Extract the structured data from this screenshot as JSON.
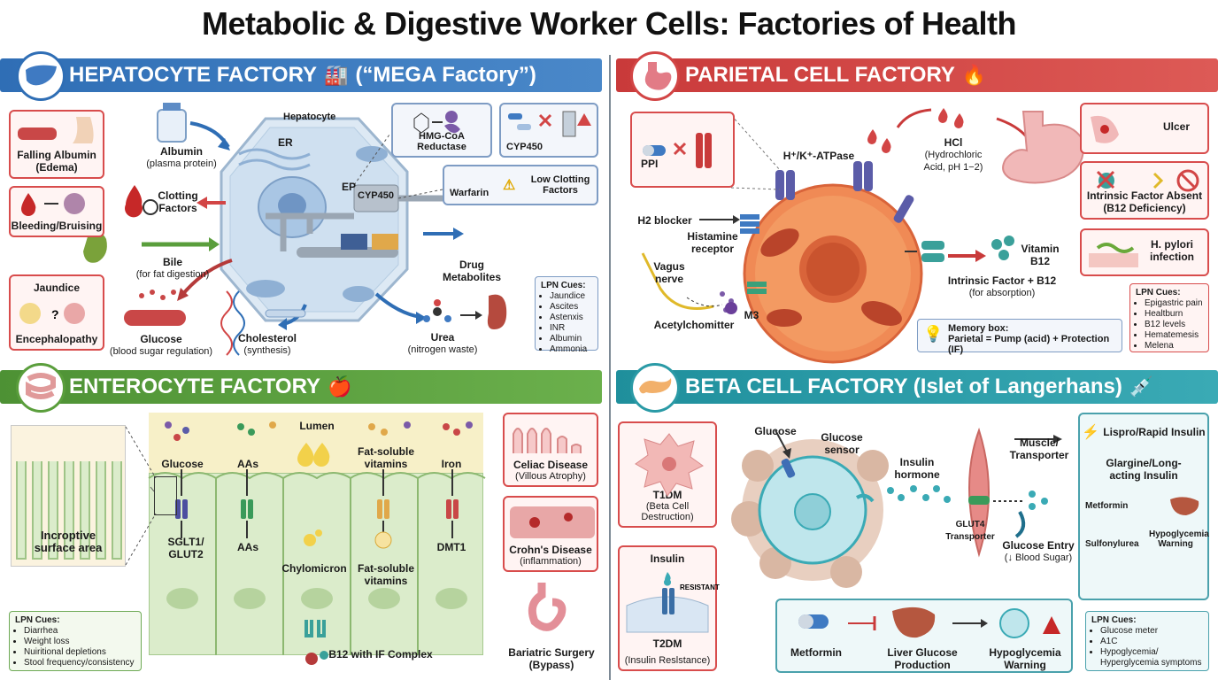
{
  "title": "Metabolic & Digestive Worker Cells: Factories of Health",
  "hepatocyte": {
    "banner": "HEPATOCYTE FACTORY",
    "banner_sub": "(“MEGA Factory”)",
    "cell_label": "Hepatocyte",
    "er": "ER",
    "ep": "EP",
    "cyp_tank": "CYP450",
    "albumin": "Albumin",
    "albumin_sub": "(plasma protein)",
    "clotting": "Clotting Factors",
    "bile": "Bile",
    "bile_sub": "(for fat digestion)",
    "glucose": "Glucose",
    "glucose_sub": "(blood sugar regulation)",
    "cholesterol": "Cholesterol",
    "cholesterol_sub": "(synthesis)",
    "urea": "Urea",
    "urea_sub": "(nitrogen waste)",
    "hmg": "HMG-CoA Reductase",
    "cyp450": "CYP450",
    "warfarin": "Warfarin",
    "low_clotting": "Low Clotting Factors",
    "drug_metabolites": "Drug Metabolites",
    "falling_albumin": "Falling Albumin",
    "falling_albumin_sub": "(Edema)",
    "bleeding": "Bleeding/Bruising",
    "jaundice": "Jaundice",
    "encephalopathy": "Encephalopathy",
    "cues_title": "LPN Cues:",
    "cues": [
      "Jaundice",
      "Ascites",
      "Astenxis",
      "INR",
      "Albumin",
      "Ammonia"
    ]
  },
  "parietal": {
    "banner": "PARIETAL CELL FACTORY",
    "ppi": "PPI",
    "pump": "H⁺/K⁺-ATPase",
    "hcl": "HCl",
    "hcl_sub": "(Hydrochloric Acid, pH 1−2)",
    "h2": "H2 blocker",
    "histamine": "Histamine receptor",
    "vagus": "Vagus nerve",
    "ach": "Acetylchomitter",
    "m3": "M3",
    "b12": "Vitamin B12",
    "if_b12": "Intrinsic Factor + B12",
    "if_b12_sub": "(for absorption)",
    "ulcer": "Ulcer",
    "if_absent": "Intrinsic Factor Absent",
    "if_absent_sub": "(B12 Deficiency)",
    "hpylori": "H. pylori infection",
    "memory_title": "Memory box:",
    "memory": "Parietal = Pump (acid) + Protection (IF)",
    "cues_title": "LPN Cues:",
    "cues": [
      "Epigastric pain",
      "Healtburn",
      "B12 levels",
      "Hematemesis",
      "Melena"
    ]
  },
  "enterocyte": {
    "banner": "ENTEROCYTE FACTORY",
    "lumen": "Lumen",
    "surface": "Incroptive surface area",
    "glucose": "Glucose",
    "aas_top": "AAs",
    "fat_top": "Fat-soluble vitamins",
    "iron": "Iron",
    "sglt": "SGLT1/ GLUT2",
    "aas": "AAs",
    "chylo": "Chylomicron",
    "fat_bottom": "Fat-soluble vitamins",
    "dmt": "DMT1",
    "b12_if": "B12 with IF Complex",
    "celiac": "Celiac Disease",
    "celiac_sub": "(Villous Atrophy)",
    "crohn": "Crohn's Disease",
    "crohn_sub": "(inflammation)",
    "bariatric": "Bariatric Surgery",
    "bariatric_sub": "(Bypass)",
    "cues_title": "LPN Cues:",
    "cues": [
      "Diarrhea",
      "Weight loss",
      "Nuiritional depletions",
      "Stool frequency/consistency"
    ]
  },
  "beta": {
    "banner": "BETA CELL FACTORY (Islet of Langerhans)",
    "glucose": "Glucose",
    "sensor": "Glucose sensor",
    "insulin_hormone": "Insulin hormone",
    "muscle": "Muscle/ Transporter",
    "glut4": "GLUT4 Transporter",
    "entry": "Glucose Entry",
    "entry_sub": "(↓ Blood Sugar)",
    "t1dm": "T1DM",
    "t1dm_sub": "(Beta Cell Destruction)",
    "insulin": "Insulin",
    "resistant": "RESISTANT",
    "t2dm": "T2DM",
    "t2dm_sub": "(Insulin Reslstance)",
    "lispro": "Lispro/Rapid Insulin",
    "glargine": "Glargine/Long-acting Insulin",
    "metformin_side": "Metformin",
    "sulfonylurea": "Sulfonylurea",
    "hypo_side": "Hypoglycemia Warning",
    "metformin": "Metformin",
    "liver_glucose": "Liver Glucose Production",
    "hypo": "Hypoglycemia Warning",
    "cues_title": "LPN Cues:",
    "cues": [
      "Glucose meter",
      "A1C",
      "Hypoglycemia/ Hyperglycemia symptoms"
    ]
  },
  "colors": {
    "blue_banner": "#2f6eb5",
    "red_banner": "#d24545",
    "green_banner": "#5a9e3c",
    "teal_banner": "#2a9aa6"
  },
  "icons": [
    "liver-icon",
    "factory-icon",
    "stomach-icon",
    "fire-icon",
    "intestine-icon",
    "apple-icon",
    "pancreas-icon",
    "syringe-icon",
    "lightbulb-icon",
    "warning-icon",
    "lightning-icon"
  ]
}
